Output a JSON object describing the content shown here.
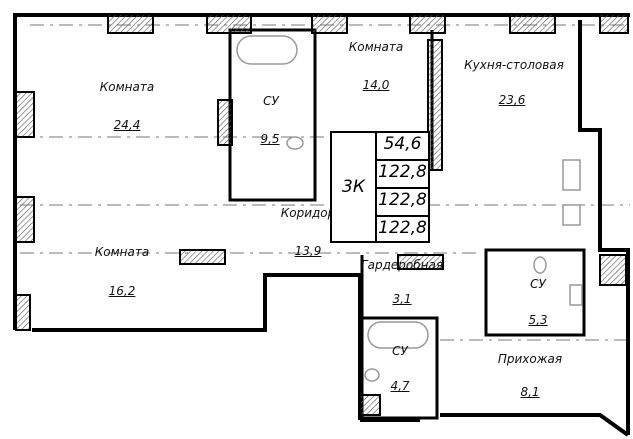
{
  "rooms": [
    {
      "name": "Комната",
      "area": "24,4"
    },
    {
      "name": "СУ",
      "area": "9,5"
    },
    {
      "name": "Комната",
      "area": "14,0"
    },
    {
      "name": "Кухня-столовая",
      "area": "23,6"
    },
    {
      "name": "Коридор",
      "area": "13,9"
    },
    {
      "name": "Комната",
      "area": "16,2"
    },
    {
      "name": "Гардеробная",
      "area": "3,1"
    },
    {
      "name": "СУ",
      "area": "5,3"
    },
    {
      "name": "СУ",
      "area": "4,7"
    },
    {
      "name": "Прихожая",
      "area": "8,1"
    }
  ],
  "stamp": {
    "type": "3К",
    "living_area": "54,6",
    "area_1": "122,8",
    "area_2": "122,8",
    "area_3": "122,8"
  },
  "colors": {
    "wall": "#000000",
    "hatch": "#555555",
    "fixture": "#999999"
  }
}
